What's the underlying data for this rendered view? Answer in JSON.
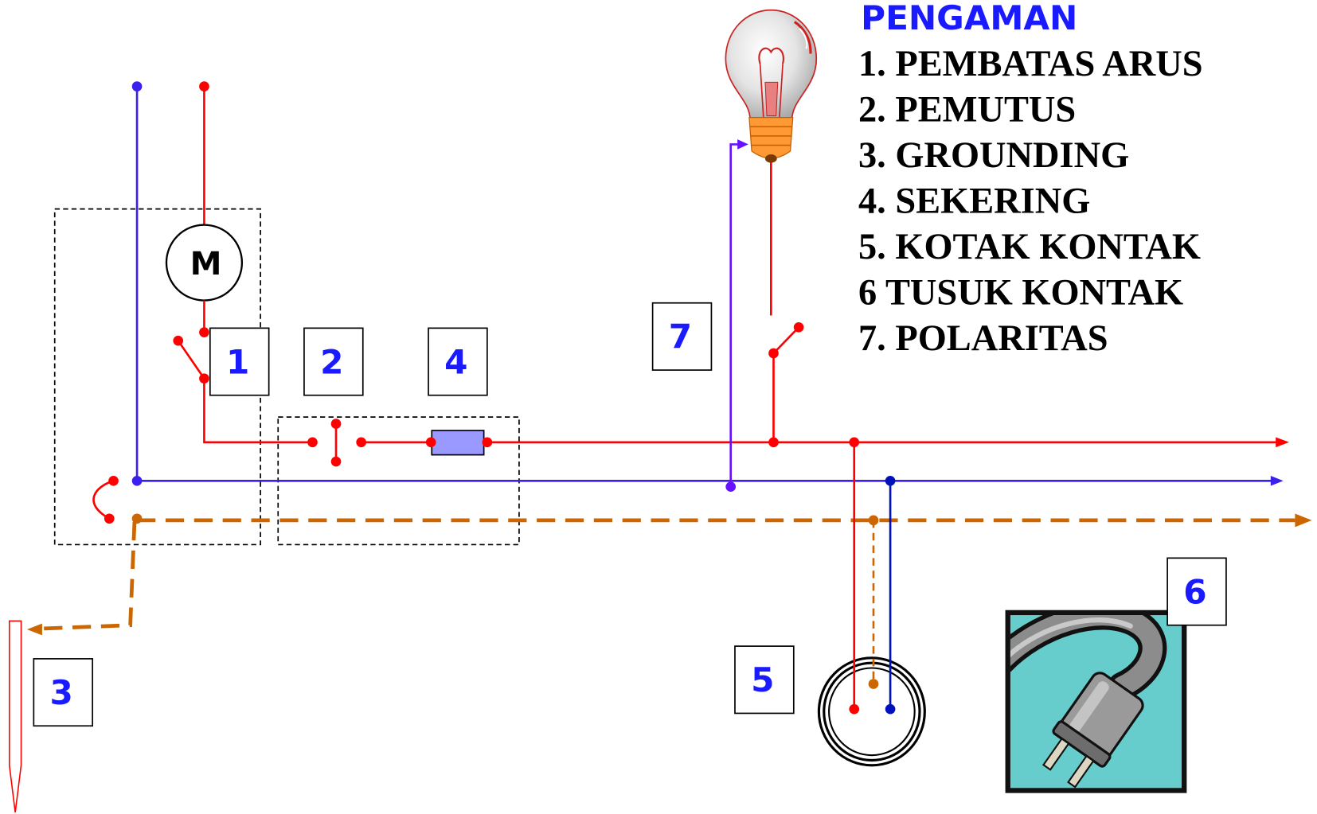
{
  "legend": {
    "title": "PENGAMAN",
    "items": [
      "1. PEMBATAS ARUS",
      "2. PEMUTUS",
      "3. GROUNDING",
      "4. SEKERING",
      "5. KOTAK KONTAK",
      "6 TUSUK KONTAK",
      "7. POLARITAS"
    ]
  },
  "motor": {
    "label": "M"
  },
  "tags": {
    "pembatas_arus": "1",
    "pemutus": "2",
    "grounding": "3",
    "sekering": "4",
    "kotak_kontak": "5",
    "tusuk_kontak": "6",
    "polaritas": "7"
  },
  "colors": {
    "phase": "#ff0000",
    "neutral": "#3b1fee",
    "neutral_lamp": "#6611ff",
    "neutral_socket": "#0011bb",
    "ground": "#cc6600",
    "tag_text": "#1a1aff",
    "title": "#1a1aff",
    "fuse": "#9999ff",
    "plug_background": "#66cccc",
    "lamp_base": "#ff9933"
  }
}
